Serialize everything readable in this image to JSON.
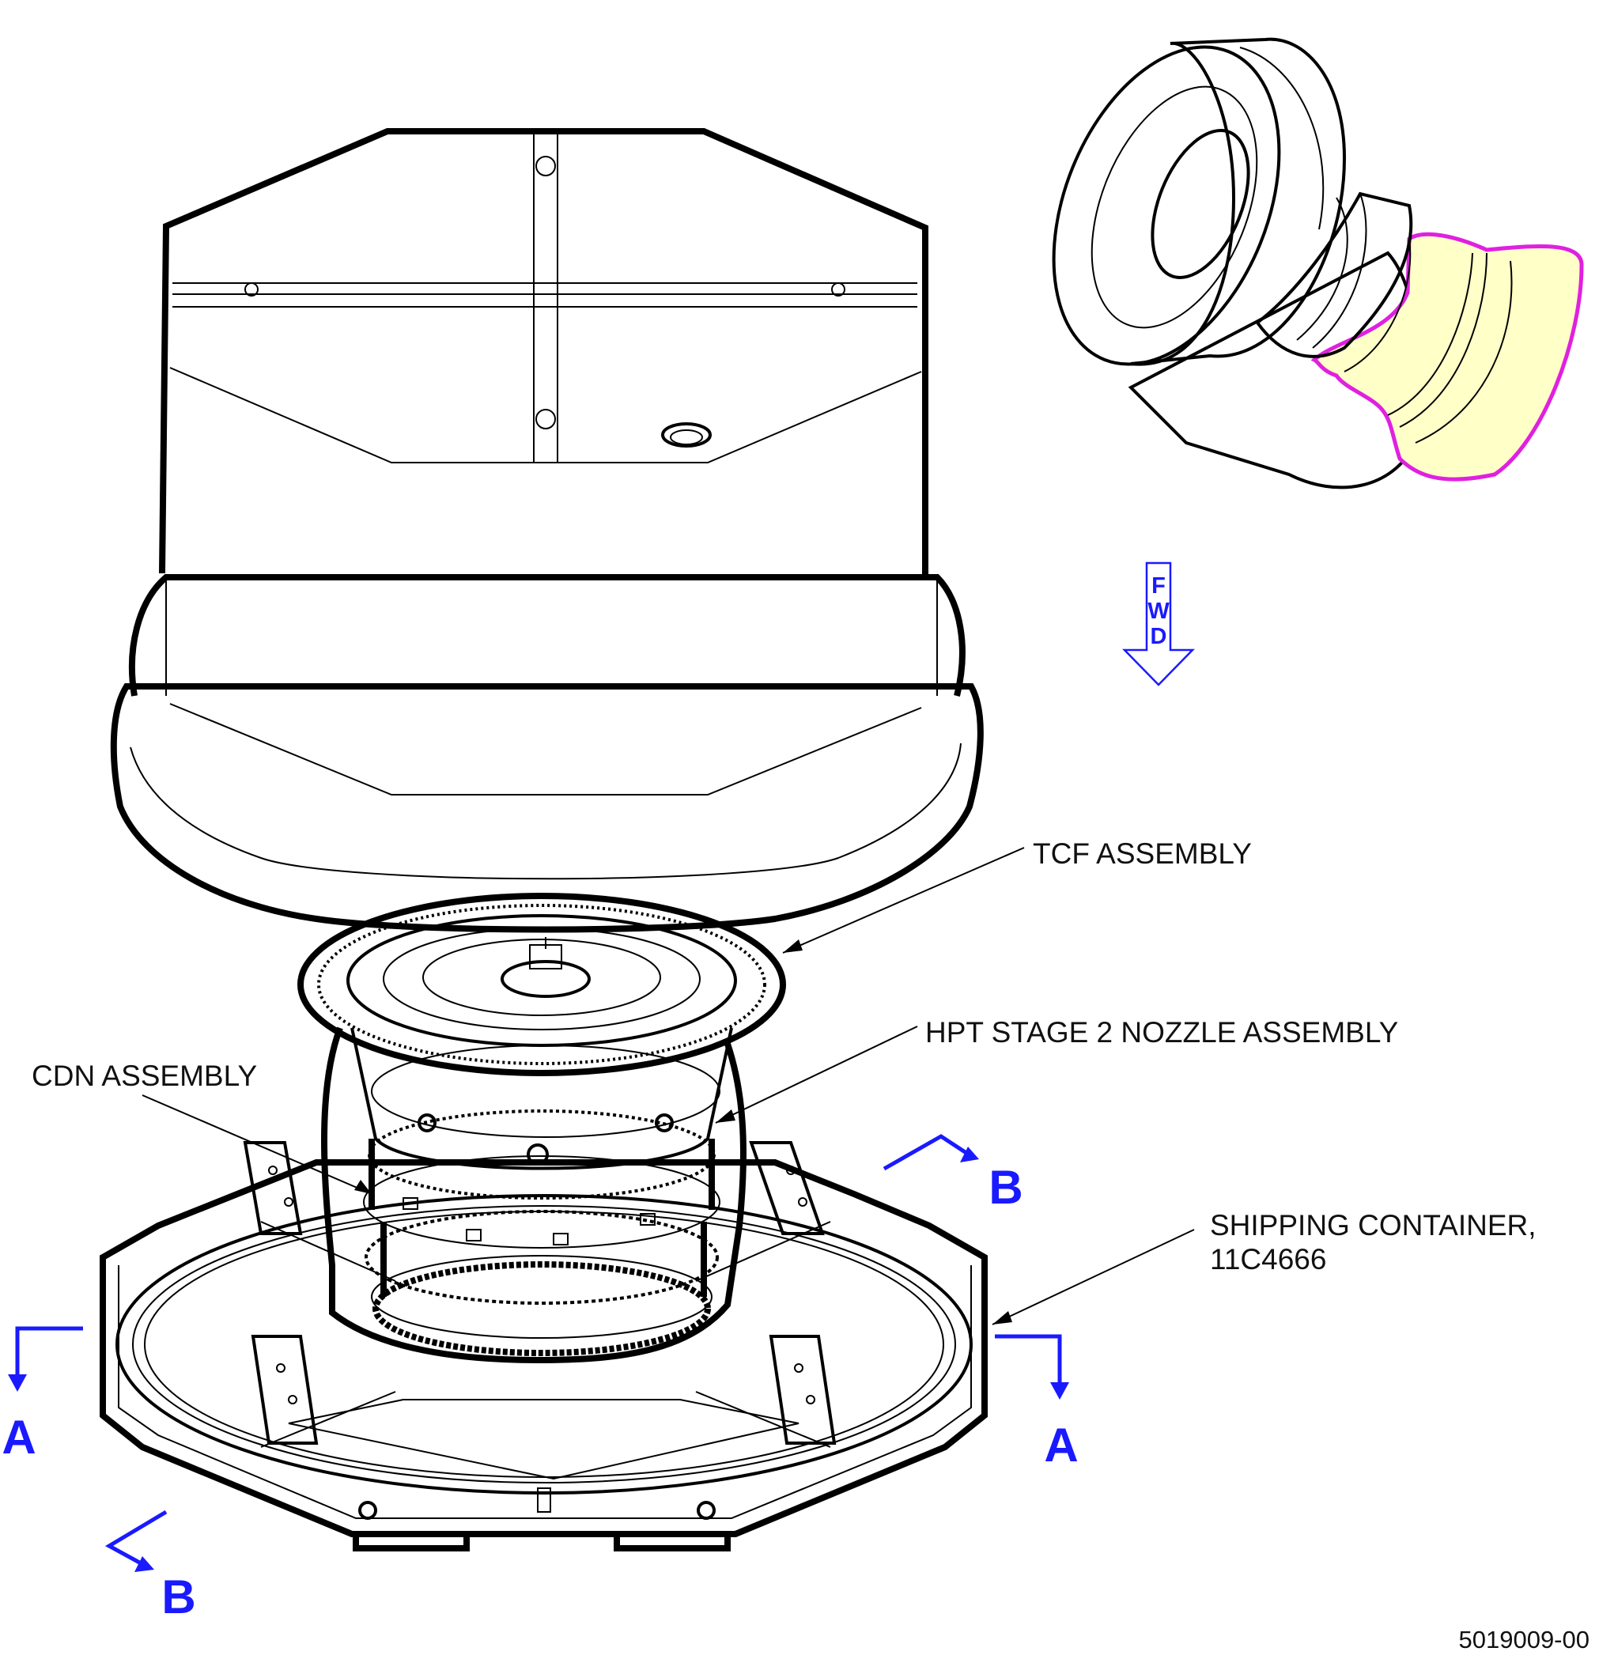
{
  "labels": {
    "tcf": "TCF ASSEMBLY",
    "hpt": "HPT STAGE 2 NOZZLE ASSEMBLY",
    "cdn": "CDN ASSEMBLY",
    "shipping_line1": "SHIPPING CONTAINER,",
    "shipping_line2": "11C4666"
  },
  "forward_arrow": {
    "letters": [
      "F",
      "W",
      "D"
    ]
  },
  "section_marks": {
    "a": "A",
    "b": "B"
  },
  "figure_number": "5019009-00",
  "colors": {
    "locator_fill": "#ffffc8",
    "locator_highlight": "#e020e0",
    "callout_blue": "#1a1aff",
    "line": "#000000"
  }
}
